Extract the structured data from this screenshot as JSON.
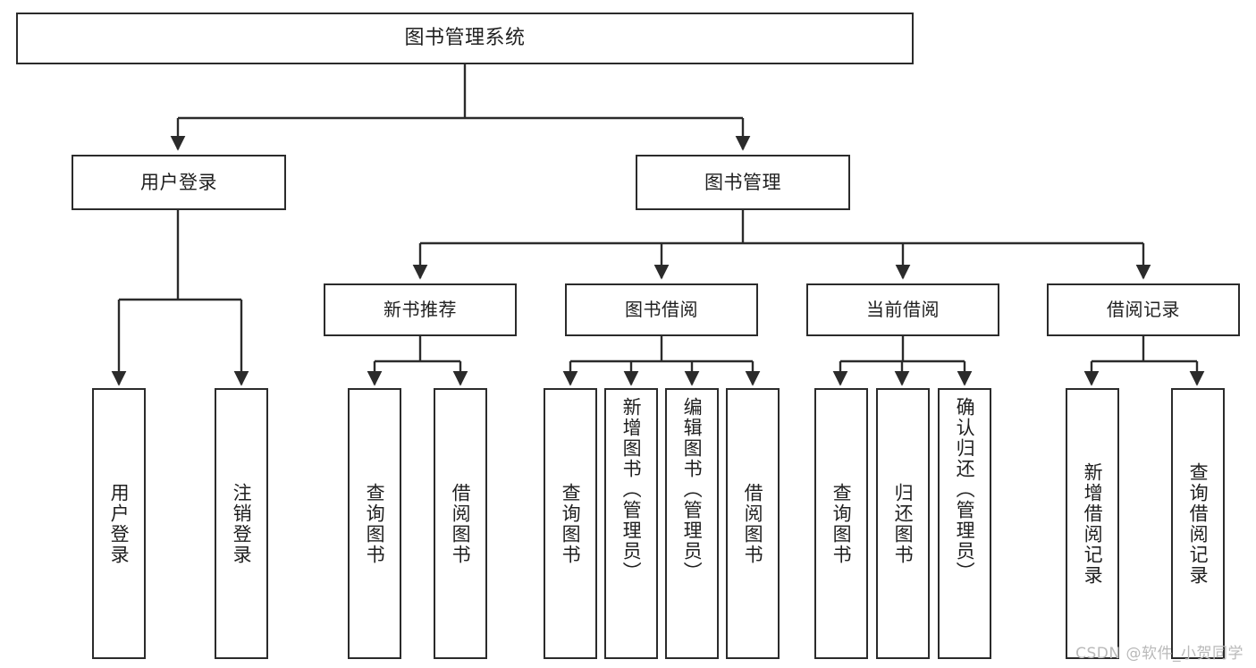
{
  "diagram": {
    "title": "图书管理系统",
    "watermark": "CSDN @软件_小贺同学",
    "colors": {
      "border": "#2b2b2b",
      "background": "#ffffff",
      "text": "#1f1f1f",
      "connector": "#2b2b2b",
      "watermark": "#b9b9b9"
    },
    "root": {
      "label": "图书管理系统"
    },
    "level2": [
      {
        "label": "用户登录"
      },
      {
        "label": "图书管理"
      }
    ],
    "level3": [
      {
        "label": "新书推荐"
      },
      {
        "label": "图书借阅"
      },
      {
        "label": "当前借阅"
      },
      {
        "label": "借阅记录"
      }
    ],
    "leaves": {
      "user_login": [
        {
          "label": "用户登录"
        },
        {
          "label": "注销登录"
        }
      ],
      "new_book": [
        {
          "label": "查询图书"
        },
        {
          "label": "借阅图书"
        }
      ],
      "book_borrow": [
        {
          "label": "查询图书"
        },
        {
          "label": "新增图书（管理员）"
        },
        {
          "label": "编辑图书（管理员）"
        },
        {
          "label": "借阅图书"
        }
      ],
      "current_borrow": [
        {
          "label": "查询图书"
        },
        {
          "label": "归还图书"
        },
        {
          "label": "确认归还（管理员）"
        }
      ],
      "borrow_record": [
        {
          "label": "新增借阅记录"
        },
        {
          "label": "查询借阅记录"
        }
      ]
    }
  }
}
